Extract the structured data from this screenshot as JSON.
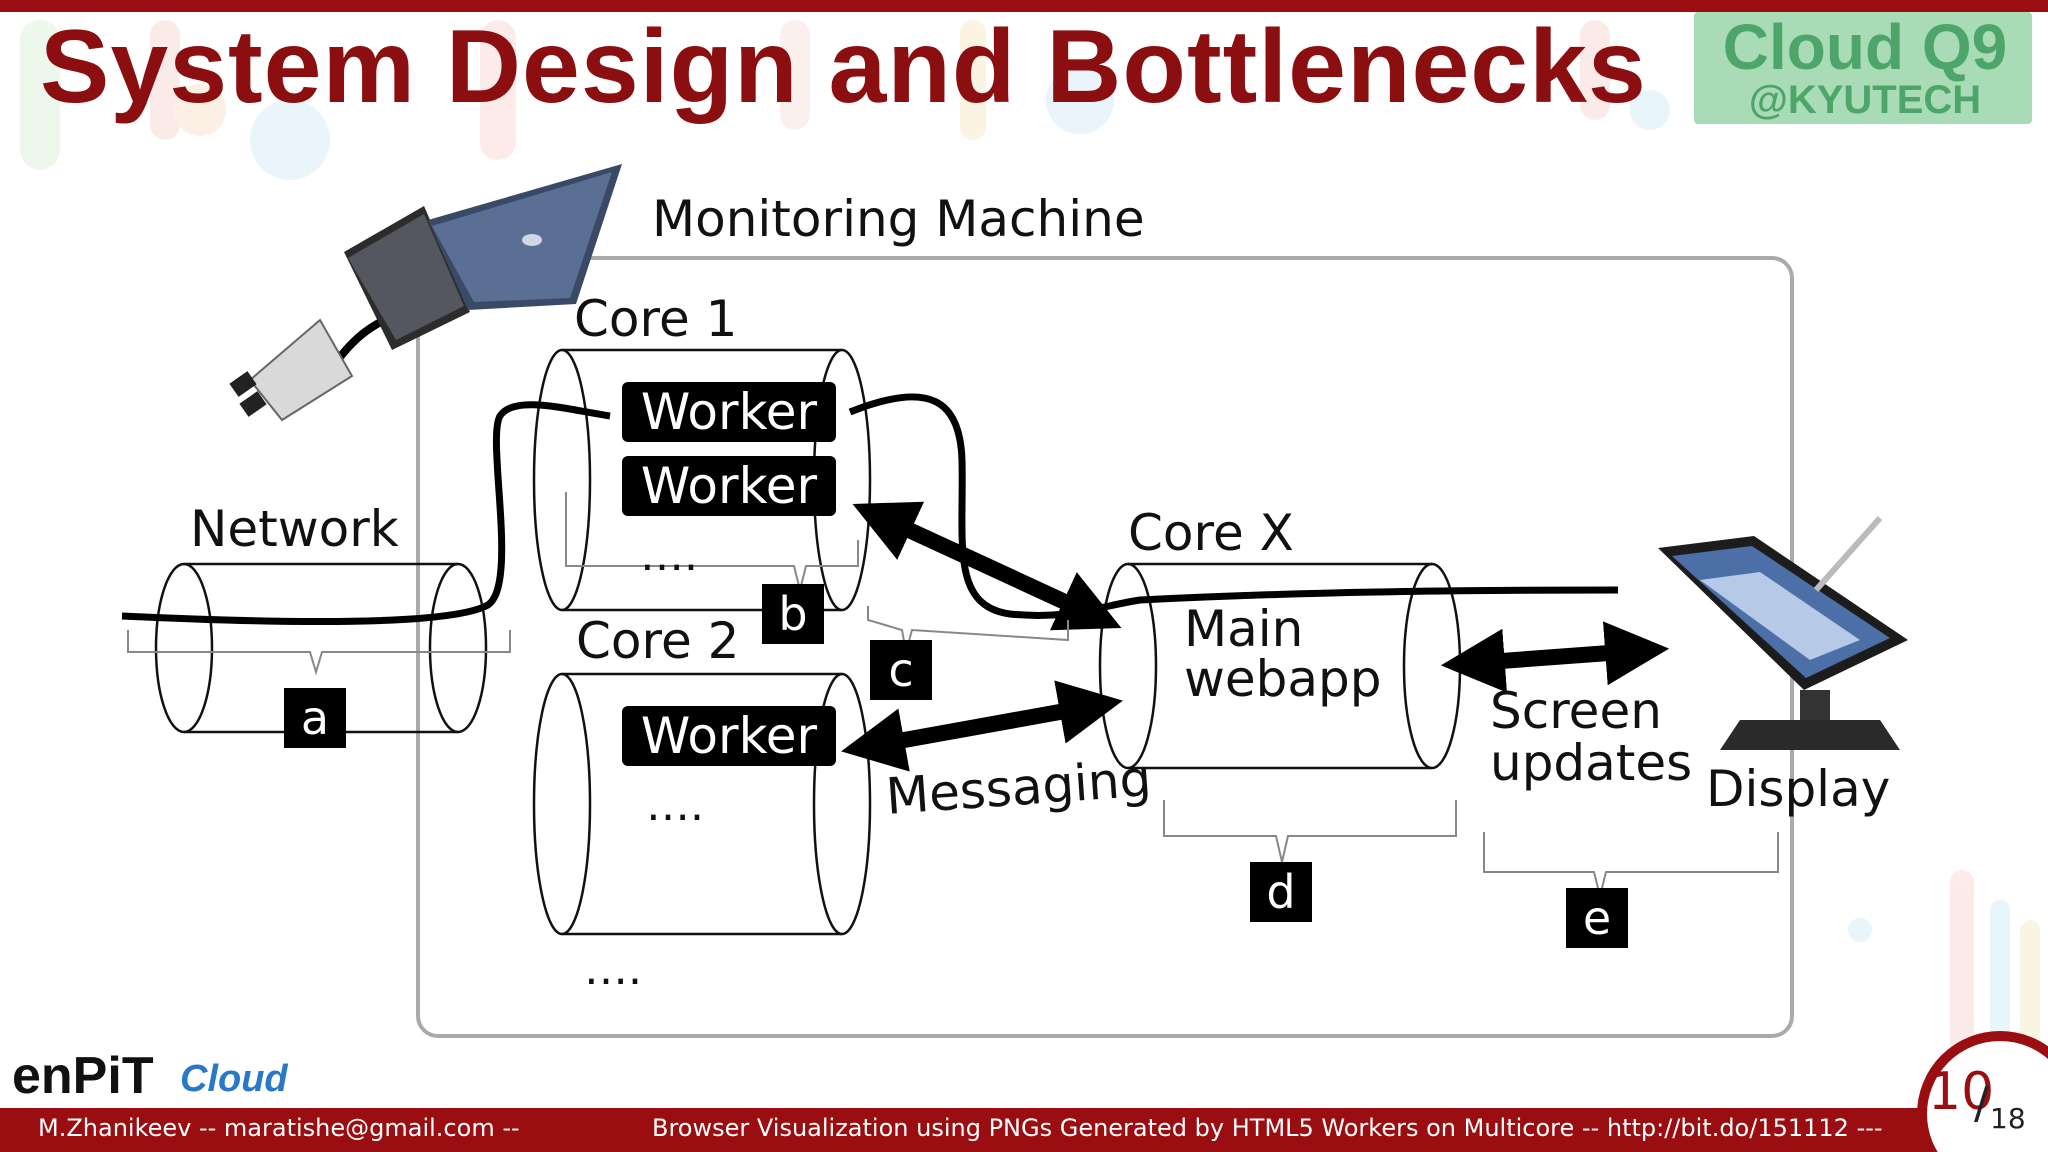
{
  "slide": {
    "title": "System Design and Bottlenecks",
    "badge": {
      "main": "Cloud Q9",
      "sub": "@KYUTECH"
    },
    "footer": {
      "left": "M.Zhanikeev -- maratishe@gmail.com --",
      "right": "Browser Visualization using PNGs Generated by HTML5 Workers on Multicore -- http://bit.do/151112 ---"
    },
    "logo": {
      "enpit": "enPiT",
      "cloud": "Cloud"
    },
    "page": {
      "current": "10",
      "slash": "/",
      "total": "18"
    }
  },
  "diagram": {
    "monitoring_machine": "Monitoring Machine",
    "network": "Network",
    "core1": "Core 1",
    "core2": "Core 2",
    "corex": "Core X",
    "worker": "Worker",
    "ellipsis": "….",
    "main_line1": "Main",
    "main_line2": "webapp",
    "screen_line1": "Screen",
    "screen_line2": "updates",
    "display": "Display",
    "messaging": "Messaging",
    "tags": {
      "a": "a",
      "b": "b",
      "c": "c",
      "d": "d",
      "e": "e"
    }
  },
  "colors": {
    "accent": "#9a0e12",
    "badge_bg": "#a9dcb6",
    "badge_text": "#4ea56a"
  },
  "icons": [
    "laptop-icon",
    "network-plug-icon",
    "display-monitor-icon"
  ]
}
